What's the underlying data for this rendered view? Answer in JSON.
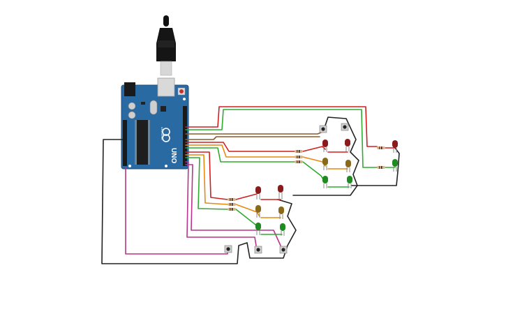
{
  "board": {
    "name": "UNO",
    "brand": "ARDUINO",
    "color": "#2a6aa3"
  },
  "colors": {
    "wire_red": "#d01f1f",
    "wire_green": "#2faa2f",
    "wire_orange": "#e68a12",
    "wire_brown": "#8a5a2b",
    "wire_black": "#222222",
    "wire_magenta": "#b8338a",
    "led_red": "#8b1a1a",
    "led_yellow": "#8a6a1a",
    "led_green": "#1f8a1f",
    "usb_cable": "#111111"
  },
  "components": {
    "leds": [
      {
        "id": "led-1",
        "color": "red"
      },
      {
        "id": "led-2",
        "color": "red"
      },
      {
        "id": "led-3",
        "color": "yellow"
      },
      {
        "id": "led-4",
        "color": "yellow"
      },
      {
        "id": "led-5",
        "color": "green"
      },
      {
        "id": "led-6",
        "color": "green"
      },
      {
        "id": "led-7",
        "color": "red"
      },
      {
        "id": "led-8",
        "color": "red"
      },
      {
        "id": "led-9",
        "color": "yellow"
      },
      {
        "id": "led-10",
        "color": "yellow"
      },
      {
        "id": "led-11",
        "color": "green"
      },
      {
        "id": "led-12",
        "color": "green"
      },
      {
        "id": "led-13",
        "color": "red"
      },
      {
        "id": "led-14",
        "color": "green"
      }
    ],
    "buttons": [
      "button-1",
      "button-2",
      "button-3",
      "button-4",
      "button-5"
    ],
    "resistors": [
      "r1",
      "r2",
      "r3",
      "r4",
      "r5",
      "r6",
      "r7",
      "r8"
    ]
  }
}
